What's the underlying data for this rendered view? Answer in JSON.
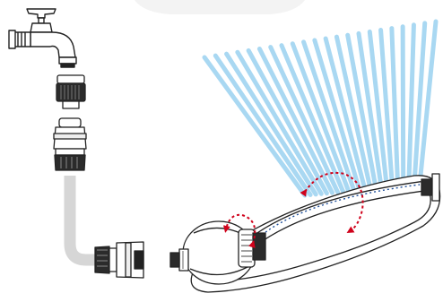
{
  "figure": {
    "parts": [
      {
        "id": "tap",
        "icon": "garden-tap-icon"
      },
      {
        "id": "tap-adapter",
        "icon": "threaded-tap-adapter-icon"
      },
      {
        "id": "hose-connector-top",
        "icon": "hose-connector-icon"
      },
      {
        "id": "garden-hose",
        "icon": "garden-hose-icon"
      },
      {
        "id": "hose-connector-bottom",
        "icon": "hose-connector-icon"
      },
      {
        "id": "oscillating-sprinkler",
        "icon": "oscillating-sprinkler-icon"
      }
    ],
    "annotations": [
      {
        "id": "rotate-dial-arrow",
        "icon": "rotation-arrow-icon",
        "color": "#d0021b"
      },
      {
        "id": "spray-arc-arrow",
        "icon": "rotation-arrow-icon",
        "color": "#d0021b"
      }
    ],
    "colors": {
      "outline": "#222222",
      "spray": "#a9d8f2",
      "hose": "#d6d6d6",
      "arrow": "#d0021b",
      "band": "#f4f4f4"
    }
  }
}
